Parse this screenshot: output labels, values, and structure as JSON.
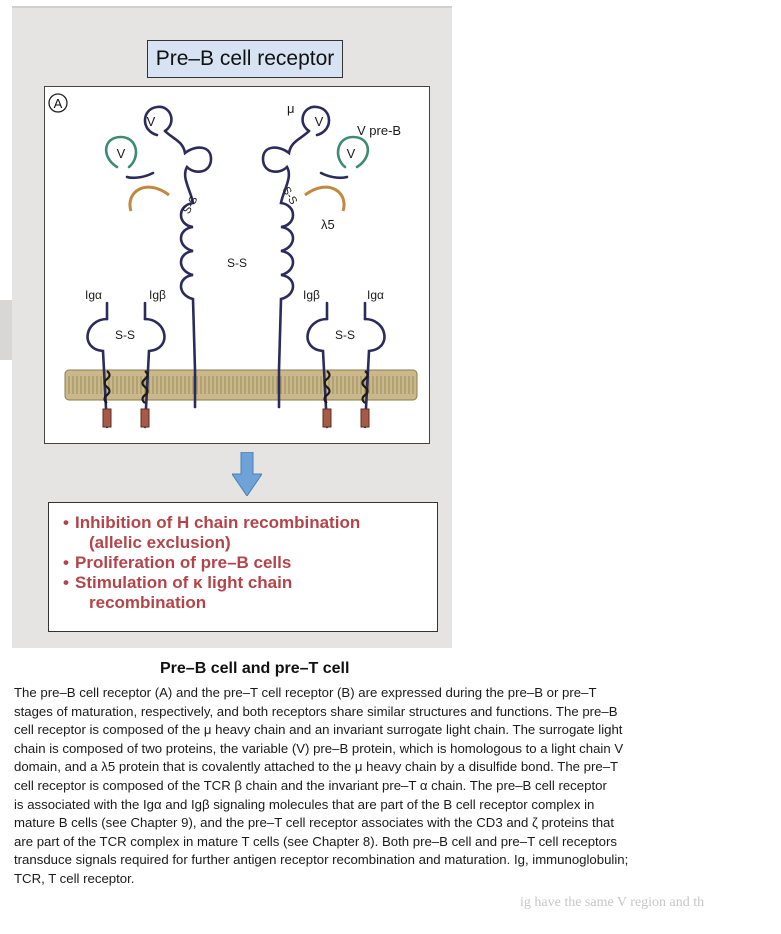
{
  "figure": {
    "title": "Pre–B cell receptor",
    "panel_label": "A",
    "labels": {
      "v_left_top": "V",
      "v_left_side": "V",
      "v_right_top": "V",
      "v_right_side": "V",
      "mu": "μ",
      "v_pre_b": "V pre-B",
      "lambda5": "λ5",
      "ss_left": "S-S",
      "ss_right": "S-S",
      "ss_center": "S-S",
      "ss_low_left": "S-S",
      "ss_low_right": "S-S",
      "ig_alpha_left": "Igα",
      "ig_beta_left": "Igβ",
      "ig_beta_right": "Igβ",
      "ig_alpha_right": "Igα"
    },
    "colors": {
      "chain": "#2b2b5c",
      "light_chain": "#3c8c70",
      "lambda5": "#c08a3e",
      "membrane": "#c9b98a",
      "membrane_stripe": "#9c8a5c",
      "tail": "#a85a48",
      "arrow": "#6fa3d8",
      "bullet_text": "#b3454a"
    }
  },
  "bullets": [
    {
      "line1": "Inhibition of H chain recombination",
      "line2": "(allelic exclusion)"
    },
    {
      "line1": "Proliferation of pre–B cells",
      "line2": ""
    },
    {
      "line1": "Stimulation of κ light chain",
      "line2": "recombination"
    }
  ],
  "bullet_marker": "•",
  "caption": {
    "heading": "Pre–B cell and pre–T cell",
    "lines": [
      "The pre–B cell receptor (A) and the pre–T cell receptor (B) are expressed during the pre–B or pre–T",
      "stages of maturation, respectively, and both receptors share similar structures and functions. The pre–B",
      "cell receptor is composed of the μ heavy chain and an invariant surrogate light chain. The surrogate light",
      "chain is composed of two proteins, the variable (V) pre–B protein, which is homologous to a light chain V",
      "domain, and a λ5 protein that is covalently attached to the μ heavy chain by a disulfide bond. The pre–T",
      "cell receptor is composed of the TCR β chain and the invariant pre–T α chain. The pre–B cell receptor",
      "is associated with the Igα and Igβ signaling molecules that are part of the B cell receptor complex in",
      "mature B cells (see Chapter 9), and the pre–T cell receptor associates with the CD3 and ζ proteins that",
      "are part of the TCR complex in mature T cells (see Chapter 8). Both pre–B cell and pre–T cell receptors",
      "transduce signals required for further antigen receptor recombination and maturation. Ig, immunoglobulin;",
      "TCR, T cell receptor."
    ]
  },
  "bleed_text": "ig have the same V region and th"
}
